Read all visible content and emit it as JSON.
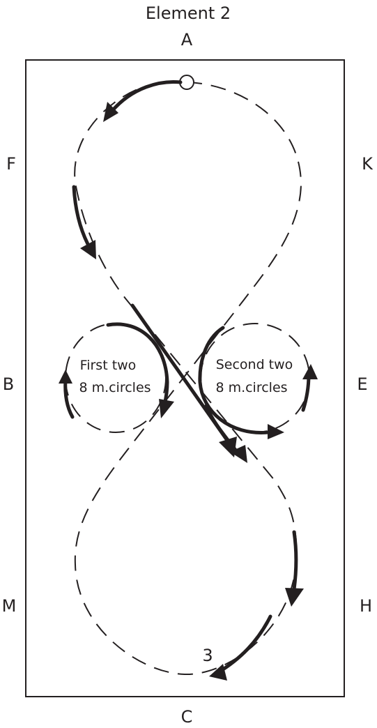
{
  "title": "Element 2",
  "arena_letters": {
    "A": "A",
    "K": "K",
    "E": "E",
    "H": "H",
    "C": "C",
    "M": "M",
    "B": "B",
    "F": "F"
  },
  "circle_labels": {
    "first_line1": "First two",
    "first_line2": "8 m.circles",
    "second_line1": "Second two",
    "second_line2": "8 m.circles"
  },
  "step_number": "3",
  "colors": {
    "ink": "#231f20",
    "background": "#ffffff"
  }
}
